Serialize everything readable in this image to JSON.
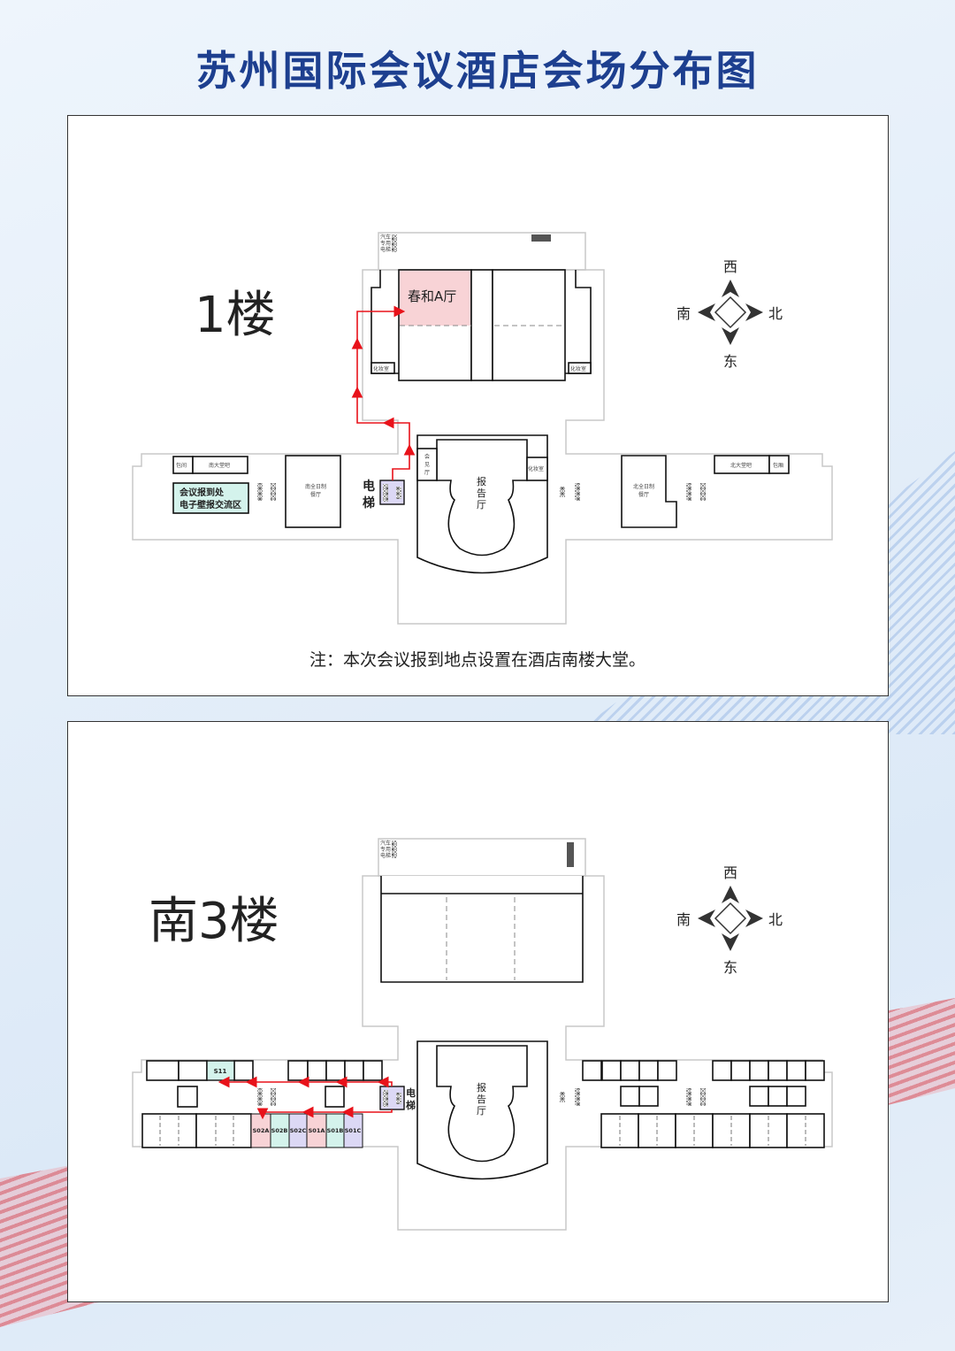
{
  "title": "苏州国际会议酒店会场分布图",
  "compass": {
    "top": "西",
    "left": "南",
    "right": "北",
    "bottom": "东"
  },
  "floor1": {
    "label": "1楼",
    "hall_a": "春和A厅",
    "car_elevator": [
      "汽车",
      "专用",
      "电梯"
    ],
    "makeup_room": "化妆室",
    "meeting_room": [
      "会",
      "见",
      "厅"
    ],
    "report_hall": [
      "报",
      "告",
      "厅"
    ],
    "elevator": [
      "电",
      "梯"
    ],
    "private_room_south": "包间",
    "south_lobby_bar": "南大堂吧",
    "registration": [
      "会议报到处",
      "电子壁报交流区"
    ],
    "south_restaurant": [
      "南全日制",
      "餐厅"
    ],
    "north_restaurant": [
      "北全日制",
      "餐厅"
    ],
    "north_lobby_bar": "北大堂吧",
    "private_room_north": "包厢",
    "note": "注：本次会议报到地点设置在酒店南楼大堂。"
  },
  "floor2": {
    "label": "南3楼",
    "car_elevator": [
      "汽车",
      "专用",
      "电梯"
    ],
    "report_hall": [
      "报",
      "告",
      "厅"
    ],
    "elevator": [
      "电",
      "梯"
    ],
    "s11": "S11",
    "rooms": [
      "S02A",
      "S02B",
      "S02C",
      "S01A",
      "S01B",
      "S01C"
    ]
  },
  "colors": {
    "title": "#1d3f8f",
    "pink": "#f8d3d6",
    "cyan": "#d4f3ec",
    "lavender": "#dcd8f5",
    "route": "#e8121a"
  }
}
